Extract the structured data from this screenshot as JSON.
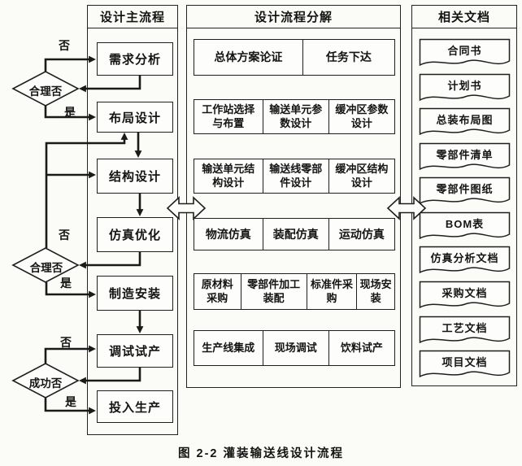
{
  "main_flow": {
    "title": "设计主流程",
    "steps": [
      "需求分析",
      "布局设计",
      "结构设计",
      "仿真优化",
      "制造安装",
      "调试试产",
      "投入生产"
    ],
    "decisions": [
      {
        "label": "合理否"
      },
      {
        "label": "合理否"
      },
      {
        "label": "成功否"
      }
    ],
    "no_label": "否",
    "yes_label": "是"
  },
  "decomposition": {
    "title": "设计流程分解",
    "rows": [
      {
        "cells": [
          "总体方案论证",
          "任务下达"
        ]
      },
      {
        "cells": [
          "工作站选择与布置",
          "输送单元参数设计",
          "缓冲区参数设计"
        ]
      },
      {
        "cells": [
          "输送单元结构设计",
          "输送线零部件设计",
          "缓冲区结构设计"
        ]
      },
      {
        "cells": [
          "物流仿真",
          "装配仿真",
          "运动仿真"
        ]
      },
      {
        "cells": [
          "原材料采购",
          "零部件加工装配",
          "标准件采购",
          "现场安装"
        ]
      },
      {
        "cells": [
          "生产线集成",
          "现场调试",
          "饮料试产"
        ]
      }
    ]
  },
  "documents": {
    "title": "相关文档",
    "items": [
      "合同书",
      "计划书",
      "总装布局图",
      "零部件清单",
      "零部件图纸",
      "BOM表",
      "仿真分析文档",
      "采购文档",
      "工艺文档",
      "项目文档"
    ]
  },
  "caption": "图 2-2  灌装输送线设计流程",
  "colors": {
    "line": "#1f1f1f",
    "paper": "#fdfdfb",
    "background": "#fbfbf8"
  }
}
